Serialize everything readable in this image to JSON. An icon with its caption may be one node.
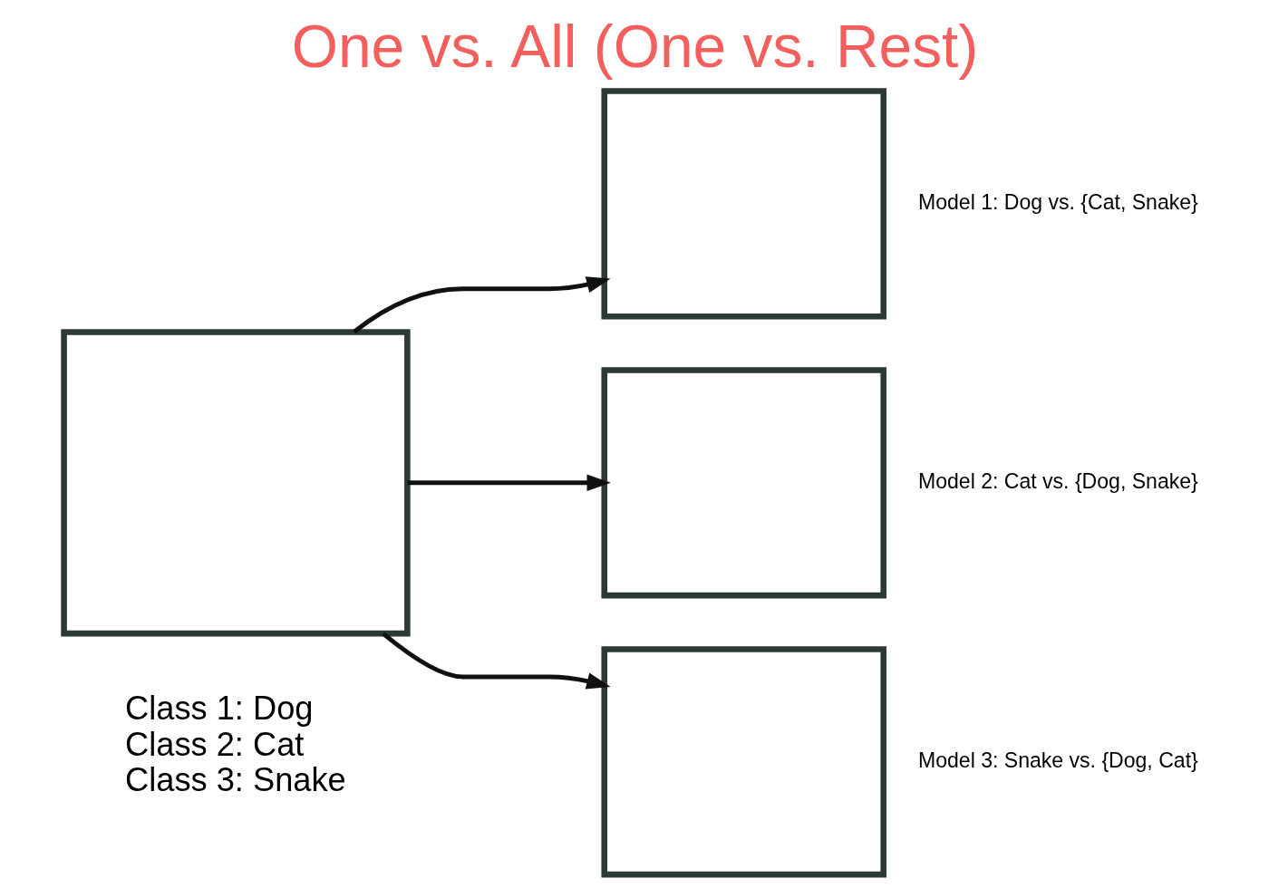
{
  "diagram": {
    "title": "One vs. All (One vs. Rest)",
    "nodes": [
      {
        "text": [],
        "shape": "box"
      },
      {
        "text": [],
        "shape": "box",
        "beside": [
          "Model 1: Dog vs. {Cat, Snake}"
        ]
      },
      {
        "text": [],
        "shape": "box",
        "beside": [
          "Model 2: Cat vs. {Dog, Snake}"
        ]
      },
      {
        "text": [],
        "shape": "box",
        "beside": [
          "Model 3: Snake vs. {Dog, Cat}"
        ]
      }
    ],
    "edges": [
      {
        "from": 0,
        "to": 1,
        "arrow": "to"
      },
      {
        "from": 0,
        "to": 2,
        "arrow": "to"
      },
      {
        "from": 0,
        "to": 3,
        "arrow": "to"
      }
    ],
    "labels": [
      "Class 1: Dog",
      "Class 2: Cat",
      "Class 3: Snake"
    ]
  }
}
